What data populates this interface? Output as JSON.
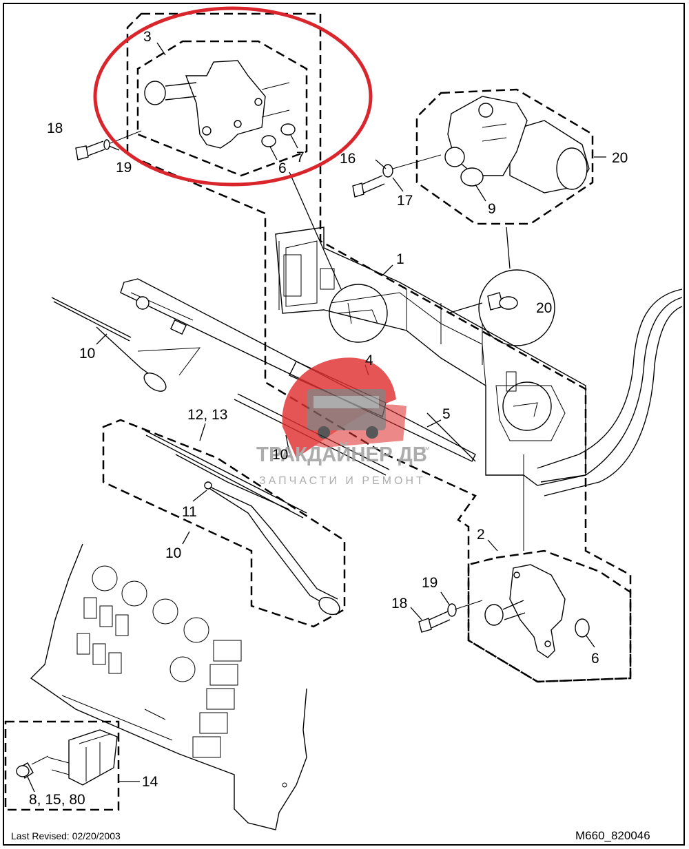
{
  "callouts": {
    "c3": "3",
    "c18a": "18",
    "c19a": "19",
    "c6a": "6",
    "c7": "7",
    "c16": "16",
    "c17": "17",
    "c20a": "20",
    "c9": "9",
    "c1": "1",
    "c20b": "20",
    "c10a": "10",
    "c4": "4",
    "c1213": "12, 13",
    "c10b": "10",
    "c5": "5",
    "c11": "11",
    "c10c": "10",
    "c2": "2",
    "c19b": "19",
    "c18b": "18",
    "c6b": "6",
    "c14": "14",
    "c81580": "8, 15, 80"
  },
  "footer": {
    "revised": "Last Revised: 02/20/2003",
    "drawing_id": "M660_820046"
  },
  "watermark": {
    "brand": "ТРАКДАЙНЕР ДВ",
    "tm": "™",
    "subtitle": "ЗАПЧАСТИ И РЕМОНТ"
  },
  "colors": {
    "highlight": "#d9262c",
    "watermark": "#e03030",
    "lines": "#000000"
  }
}
